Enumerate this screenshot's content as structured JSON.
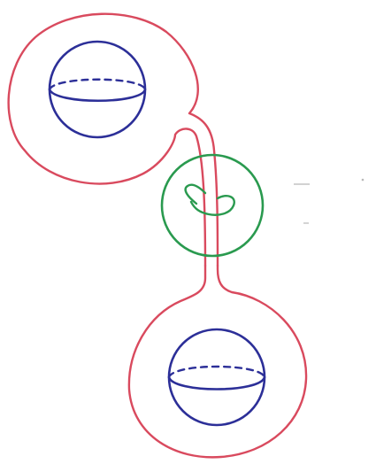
{
  "colors": {
    "tube": "#d94a5e",
    "sphere": "#2c2f98",
    "loop": "#2a9a4f",
    "smudge": "#b8b8b8",
    "background": "#ffffff"
  },
  "diagram": {
    "components": [
      {
        "name": "upper-body",
        "kind": "red outline of a sphere with a thin tube leaving its lower right"
      },
      {
        "name": "lower-body",
        "kind": "red outline of a sphere joined to the tube at its top"
      },
      {
        "name": "upper-sphere",
        "kind": "blue sphere with dashed equator"
      },
      {
        "name": "lower-sphere",
        "kind": "blue sphere with dashed equator"
      },
      {
        "name": "linking-loop",
        "kind": "green circle around the tube"
      },
      {
        "name": "meridian-loop",
        "kind": "green small loop linking the tube"
      }
    ]
  }
}
